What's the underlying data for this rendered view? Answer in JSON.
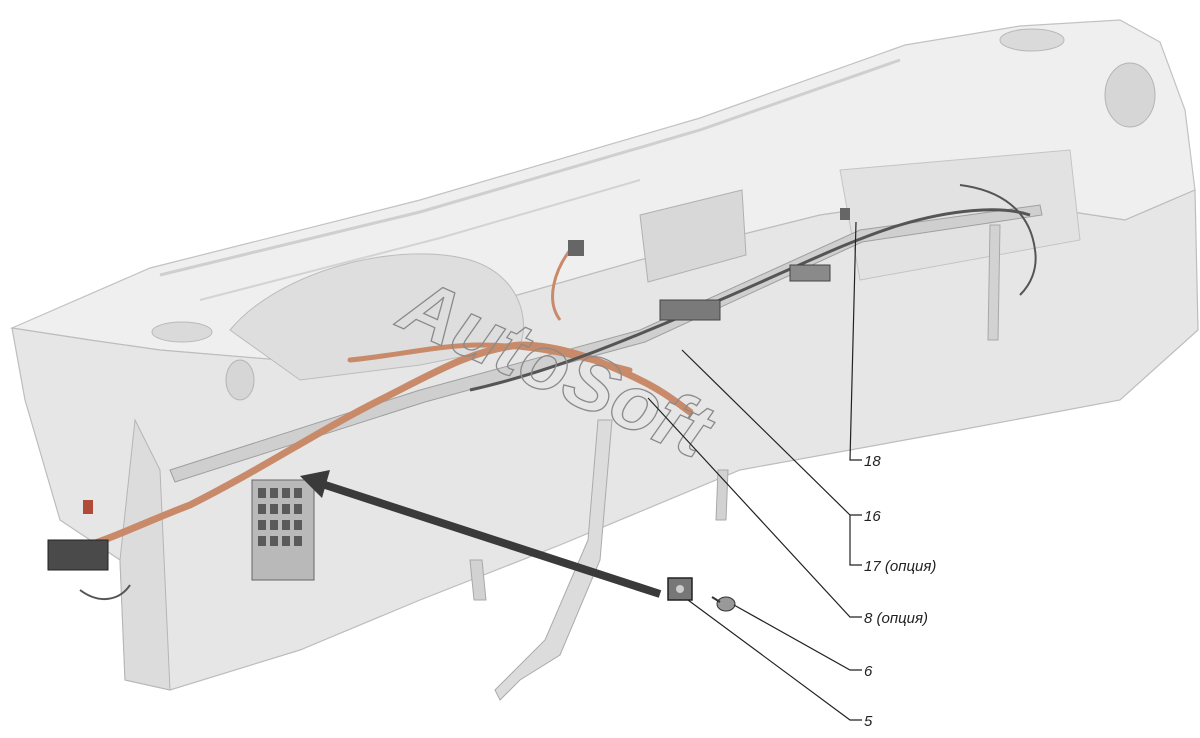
{
  "watermark": "AutoSoft",
  "callouts": [
    {
      "id": "c18",
      "label": "18"
    },
    {
      "id": "c16",
      "label": "16"
    },
    {
      "id": "c17",
      "label": "17 (опция)"
    },
    {
      "id": "c8",
      "label": "8 (опция)"
    },
    {
      "id": "c6",
      "label": "6"
    },
    {
      "id": "c5",
      "label": "5"
    }
  ],
  "colors": {
    "panel_fill": "#e9e9e9",
    "panel_edge": "#bdbdbd",
    "harness": "#c98a6a",
    "pointer_arrow": "#3a3a3a"
  }
}
